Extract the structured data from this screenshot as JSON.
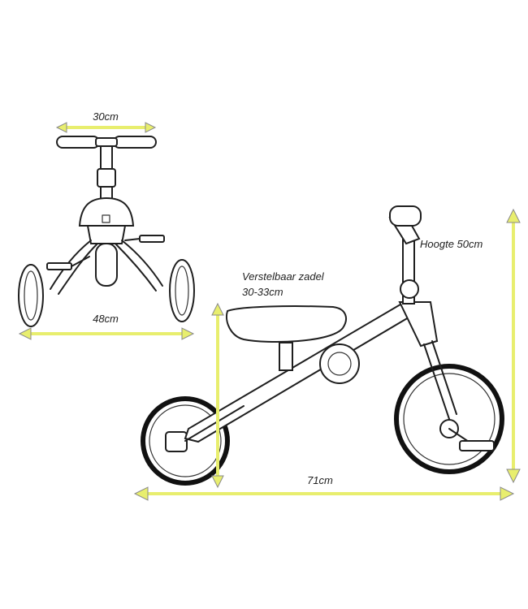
{
  "colors": {
    "dimension_arrow": "#e8ee6e",
    "line_art": "#1f1f1f",
    "background": "#ffffff"
  },
  "labels": {
    "handlebar_width": "30cm",
    "wheel_track_width": "48cm",
    "saddle_line_1": "Verstelbaar zadel",
    "saddle_line_2": "30-33cm",
    "height": "Hoogte 50cm",
    "length": "71cm"
  }
}
